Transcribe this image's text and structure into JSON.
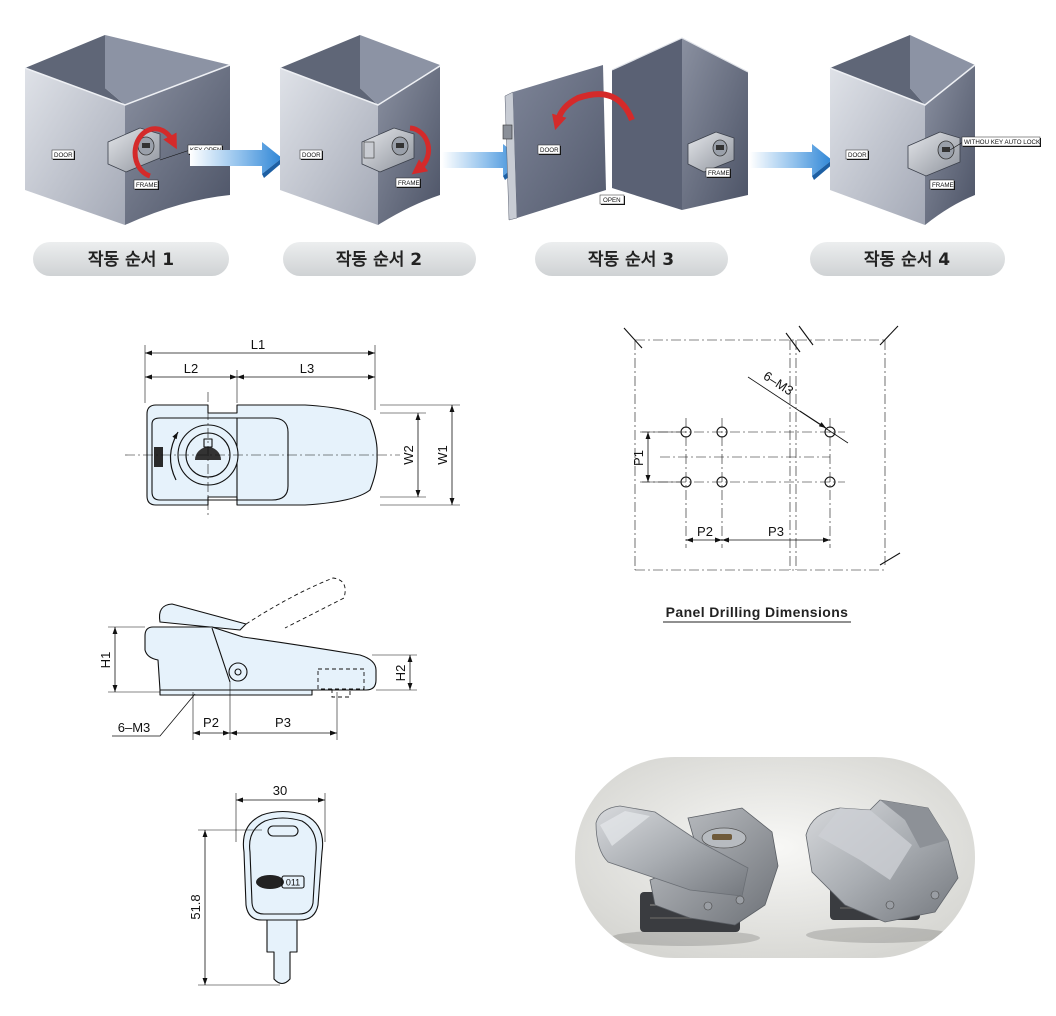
{
  "operation_sequence": {
    "steps": [
      {
        "label": "작동 순서 1",
        "door_tag": "DOOR",
        "note_tag": "KEY OPEN",
        "frame_tag": "FRAME"
      },
      {
        "label": "작동 순서 2",
        "door_tag": "DOOR",
        "frame_tag": "FRAME"
      },
      {
        "label": "작동 순서 3",
        "door_tag": "DOOR",
        "frame_tag": "FRAME",
        "note_tag": "OPEN"
      },
      {
        "label": "작동 순서 4",
        "door_tag": "DOOR",
        "note_tag": "WITHOU KEY AUTO LOCK",
        "frame_tag": "FRAME"
      }
    ]
  },
  "top_view": {
    "l1": "L1",
    "l2": "L2",
    "l3": "L3",
    "w2": "W2",
    "w1": "W1"
  },
  "side_view": {
    "h1": "H1",
    "h2": "H2",
    "thread": "6–M3",
    "p2": "P2",
    "p3": "P3"
  },
  "key_view": {
    "width": "30",
    "length": "51.8",
    "key_number": "011"
  },
  "panel_drilling": {
    "thread": "6–M3",
    "p1": "P1",
    "p2": "P2",
    "p3": "P3",
    "caption": "Panel Drilling Dimensions"
  },
  "colors": {
    "drawing_fill": "#e6f2fb",
    "direction_arrow": "#3b8fd8",
    "rotation_arrow": "#d42a2a",
    "step_label_bg": "#dcdedf",
    "enclosure_face": "#8a90a0"
  }
}
